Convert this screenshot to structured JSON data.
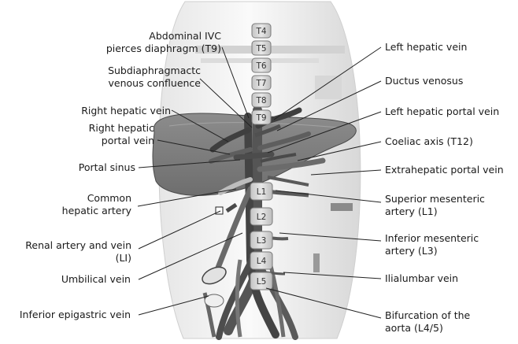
{
  "labels_left": [
    "Abdominal IVC\npierces diaphragm (T9)",
    "Subdiaphragmactc\nvenous confluence",
    "Right hepatic vein",
    "Right hepatic\nportal vein",
    "Portal sinus",
    "Common\nhepatic artery",
    "Renal artery and vein\n(LI)",
    "Umbilical vein",
    "Inferior epigastric vein"
  ],
  "labels_right": [
    "Left hepatic vein",
    "Ductus venosus",
    "Left hepatic portal vein",
    "Coeliac axis (T12)",
    "Extrahepatic portal vein",
    "Superior mesenteric\nartery (L1)",
    "Inferior mesenteric\nartery (L3)",
    "Ilialumbar vein",
    "Bifurcation of the\naorta (L4/5)"
  ],
  "vertebrae": [
    "T4",
    "T5",
    "T6",
    "T7",
    "T8",
    "T9",
    "L1",
    "L2",
    "L3",
    "L4",
    "L5"
  ]
}
